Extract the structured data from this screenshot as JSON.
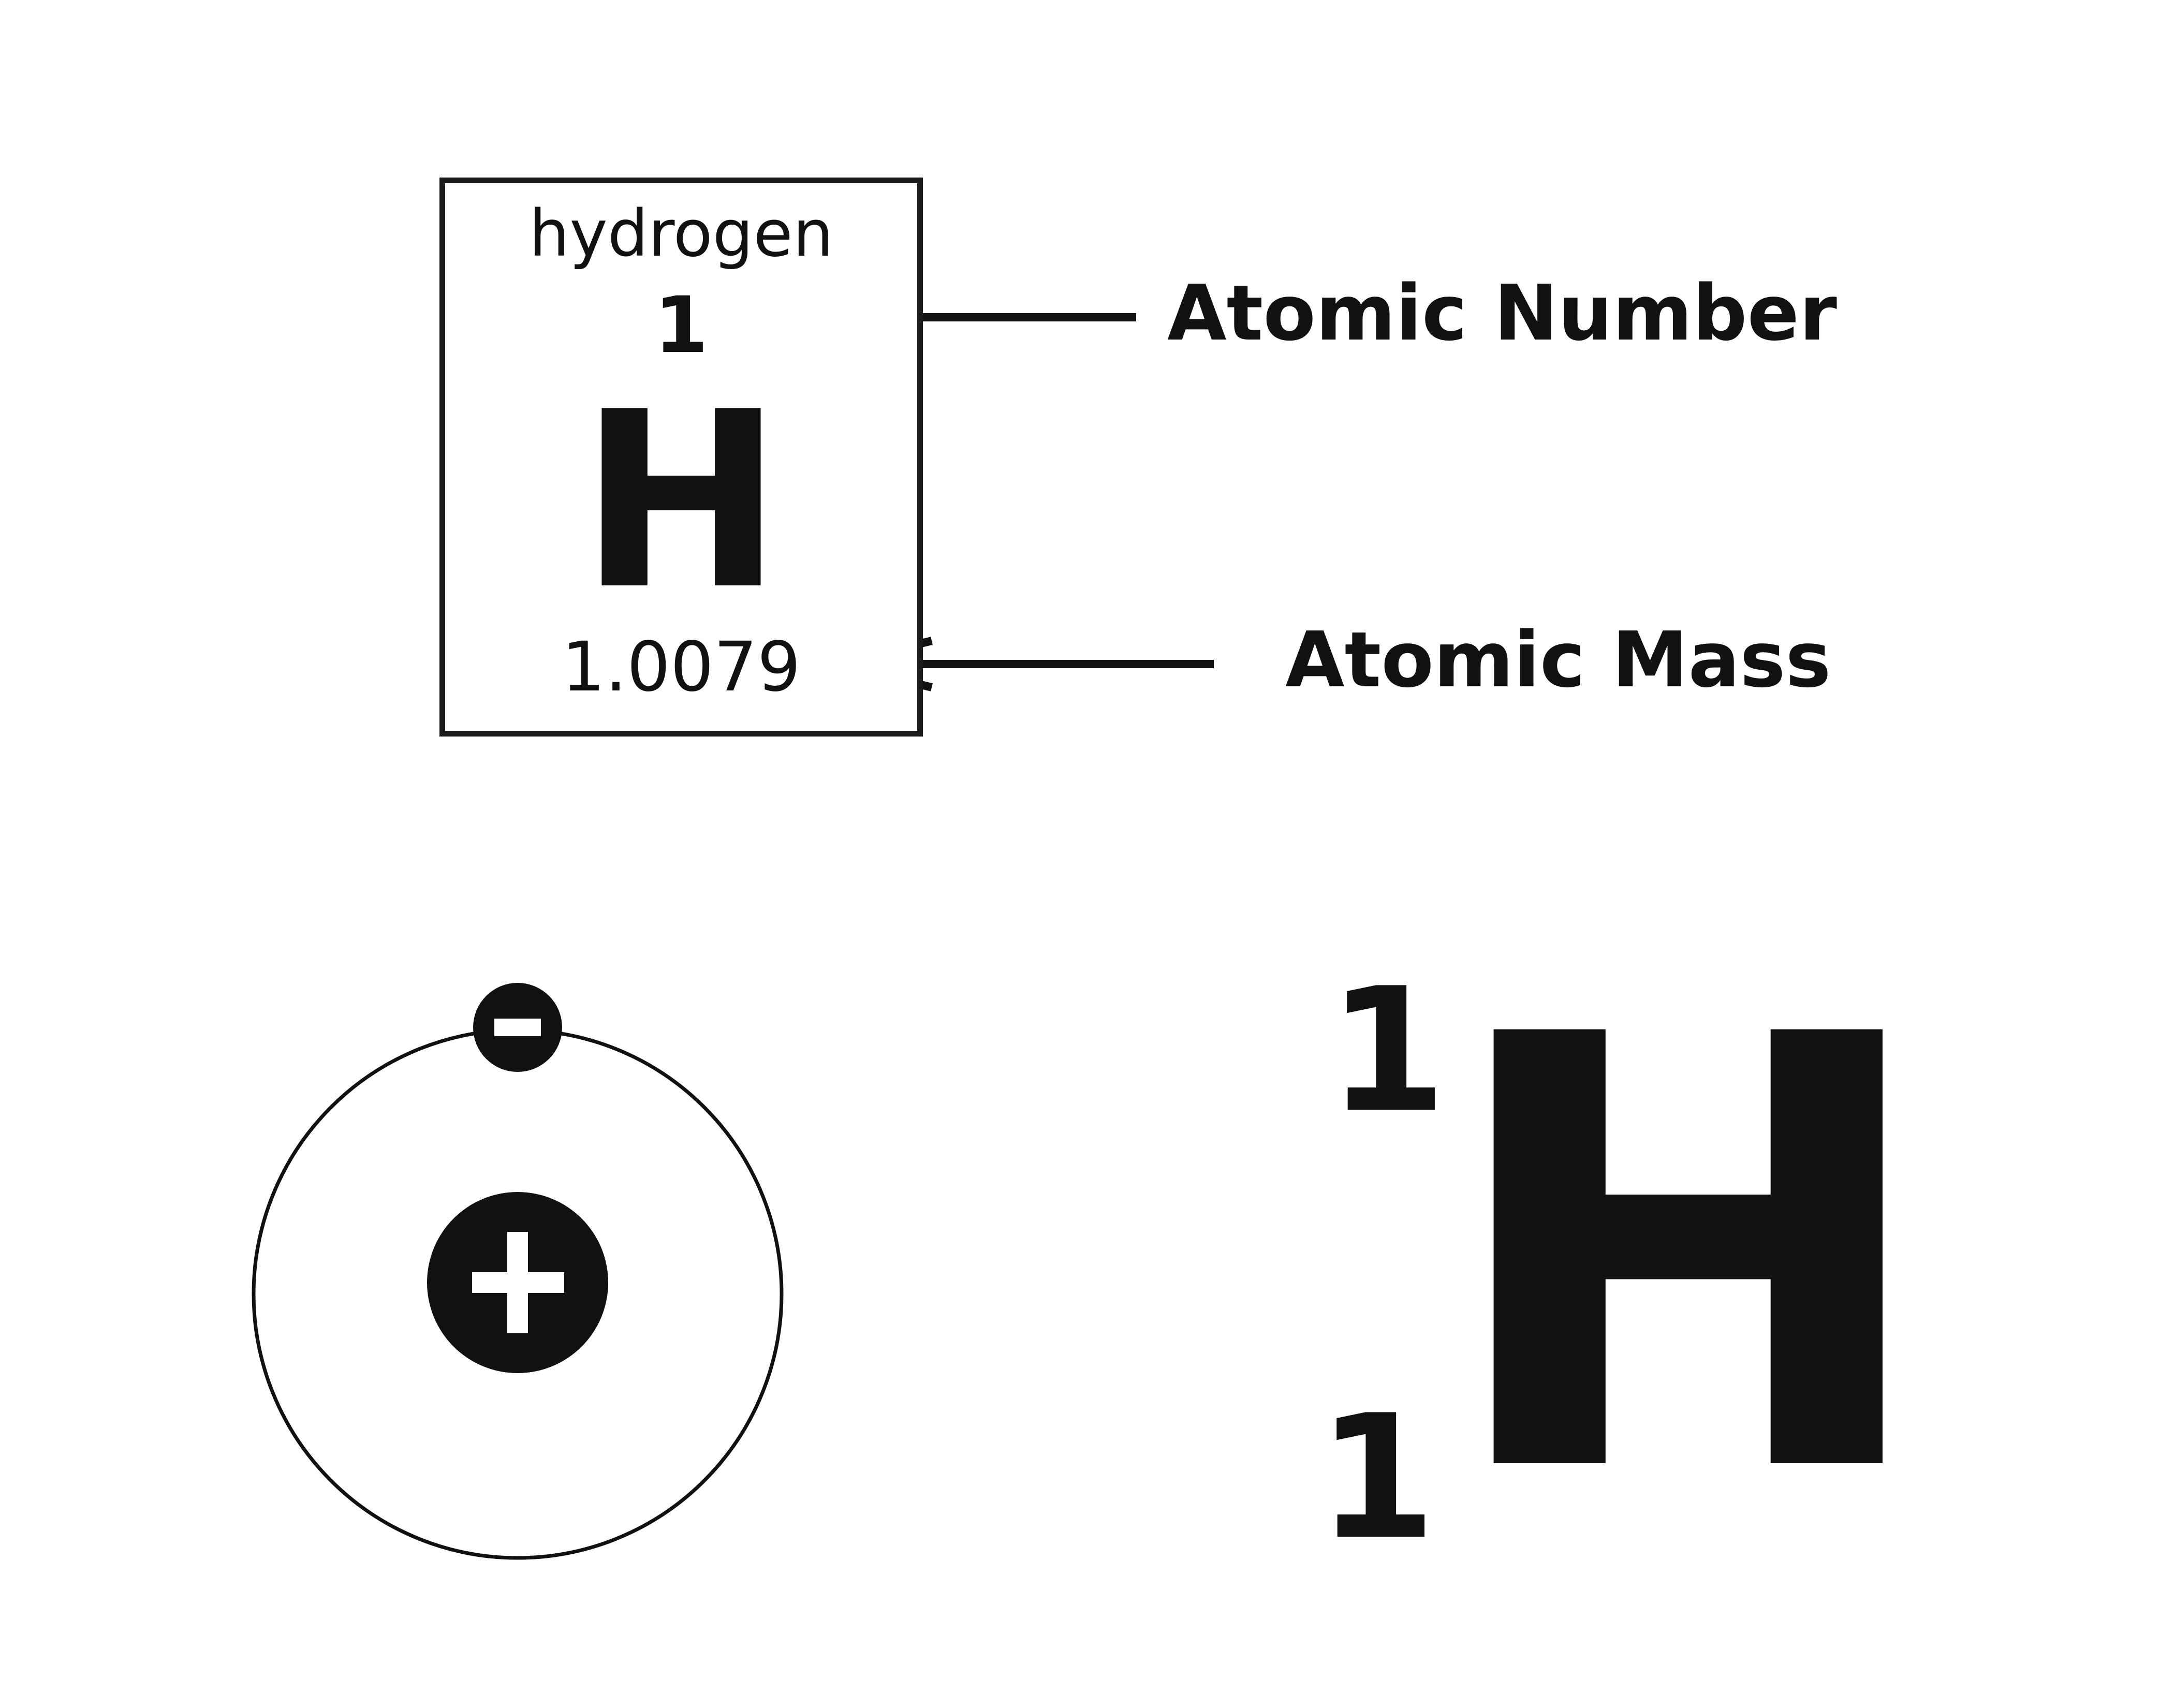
{
  "element_tile": {
    "name": "hydrogen",
    "atomic_number": "1",
    "symbol": "H",
    "atomic_mass": "1.0079"
  },
  "labels": {
    "atomic_number": "Atomic Number",
    "atomic_mass": "Atomic Mass"
  },
  "bohr_model": {
    "nucleus_charge_sign": "+",
    "electron_charge_sign": "−",
    "electron_count": 1
  },
  "isotope_notation": {
    "mass_number": "1",
    "atomic_number": "1",
    "symbol": "H"
  },
  "colors": {
    "ink": "#111111",
    "background": "#ffffff"
  }
}
